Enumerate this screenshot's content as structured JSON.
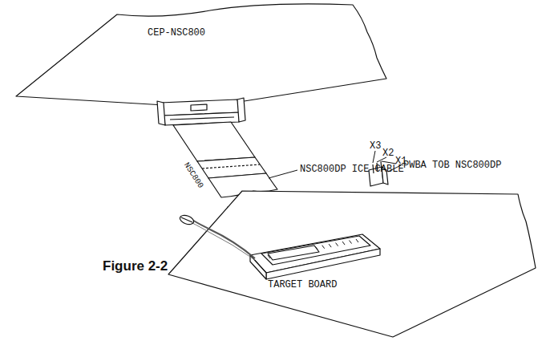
{
  "diagram": {
    "caption": "Figure 2-2",
    "labels": [
      "CEP-NSC800",
      "NSC800",
      "NSC800DP ICE CABLE",
      "X3",
      "X2",
      "X1",
      "PWBA TOB NSC800DP",
      "TARGET BOARD"
    ]
  }
}
